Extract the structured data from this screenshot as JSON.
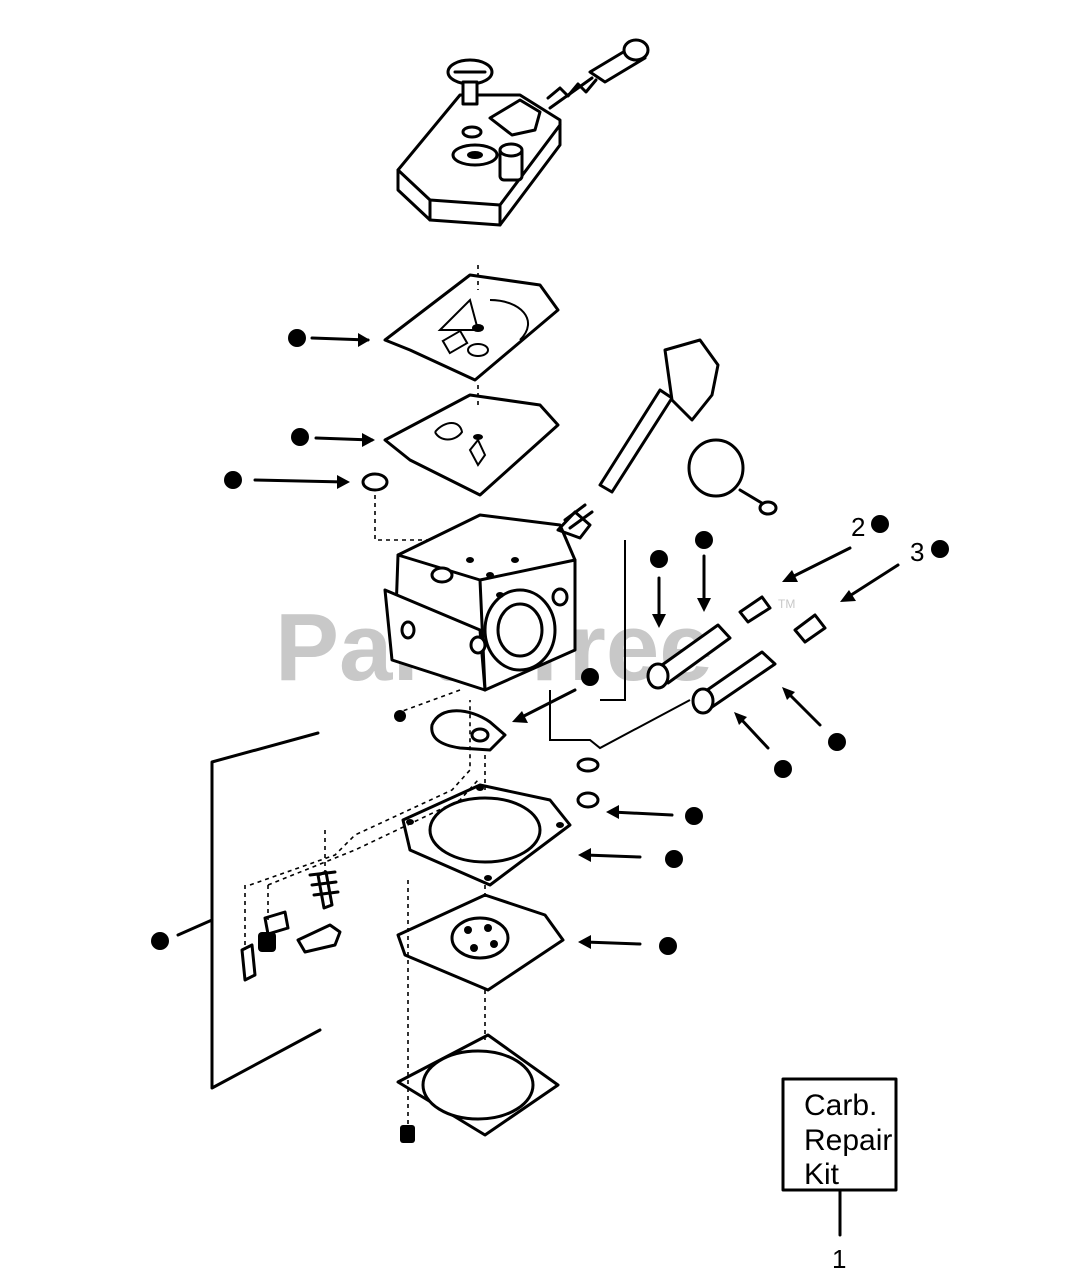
{
  "watermark": {
    "text": "PartsTree",
    "trademark": "TM"
  },
  "callouts": {
    "part_2": "2",
    "part_3": "3",
    "part_1": "1"
  },
  "kit_label": {
    "line1": "Carb.",
    "line2": "Repair",
    "line3": "Kit"
  },
  "marker_color": "#000000",
  "watermark_color": "#c8c8c8"
}
